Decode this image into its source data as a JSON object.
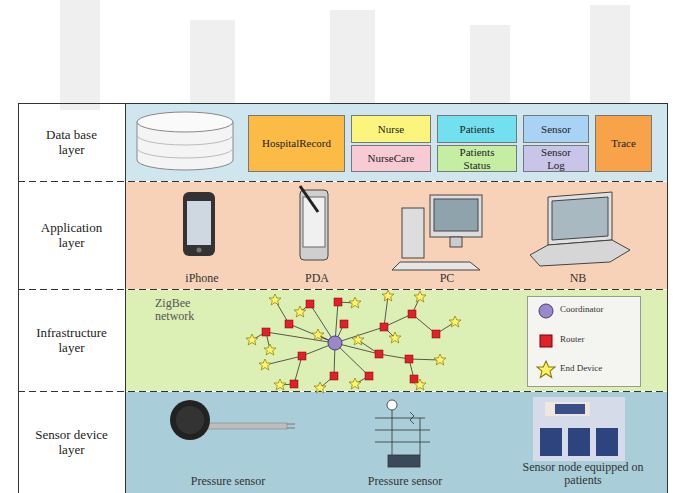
{
  "diagram": {
    "nodes": [
      {
        "text": [
          "Data base layer"
        ]
      },
      {
        "text": [
          "HospitalRecord"
        ]
      },
      {
        "text": [
          "Nurse"
        ]
      },
      {
        "text": [
          "Patients"
        ]
      },
      {
        "text": [
          "Sensor"
        ]
      },
      {
        "text": [
          "Trace"
        ]
      },
      {
        "text": [
          "NurseCare"
        ]
      },
      {
        "text": [
          "Patients Status"
        ]
      },
      {
        "text": [
          "Sensor Log"
        ]
      },
      {
        "text": [
          "Application layer"
        ]
      },
      {
        "text": [
          "Infrastructure layer"
        ]
      },
      {
        "text": [
          "Sensor device layer"
        ]
      }
    ],
    "labels": [
      "iPhone",
      "PDA",
      "PC",
      "NB",
      "ZigBee network",
      "Pressure sensor",
      "Pressure sensor",
      "Sensor node equipped on patients"
    ],
    "legend": [
      {
        "text": "Coordinator"
      },
      {
        "text": "Router"
      },
      {
        "text": "End Device"
      }
    ]
  }
}
